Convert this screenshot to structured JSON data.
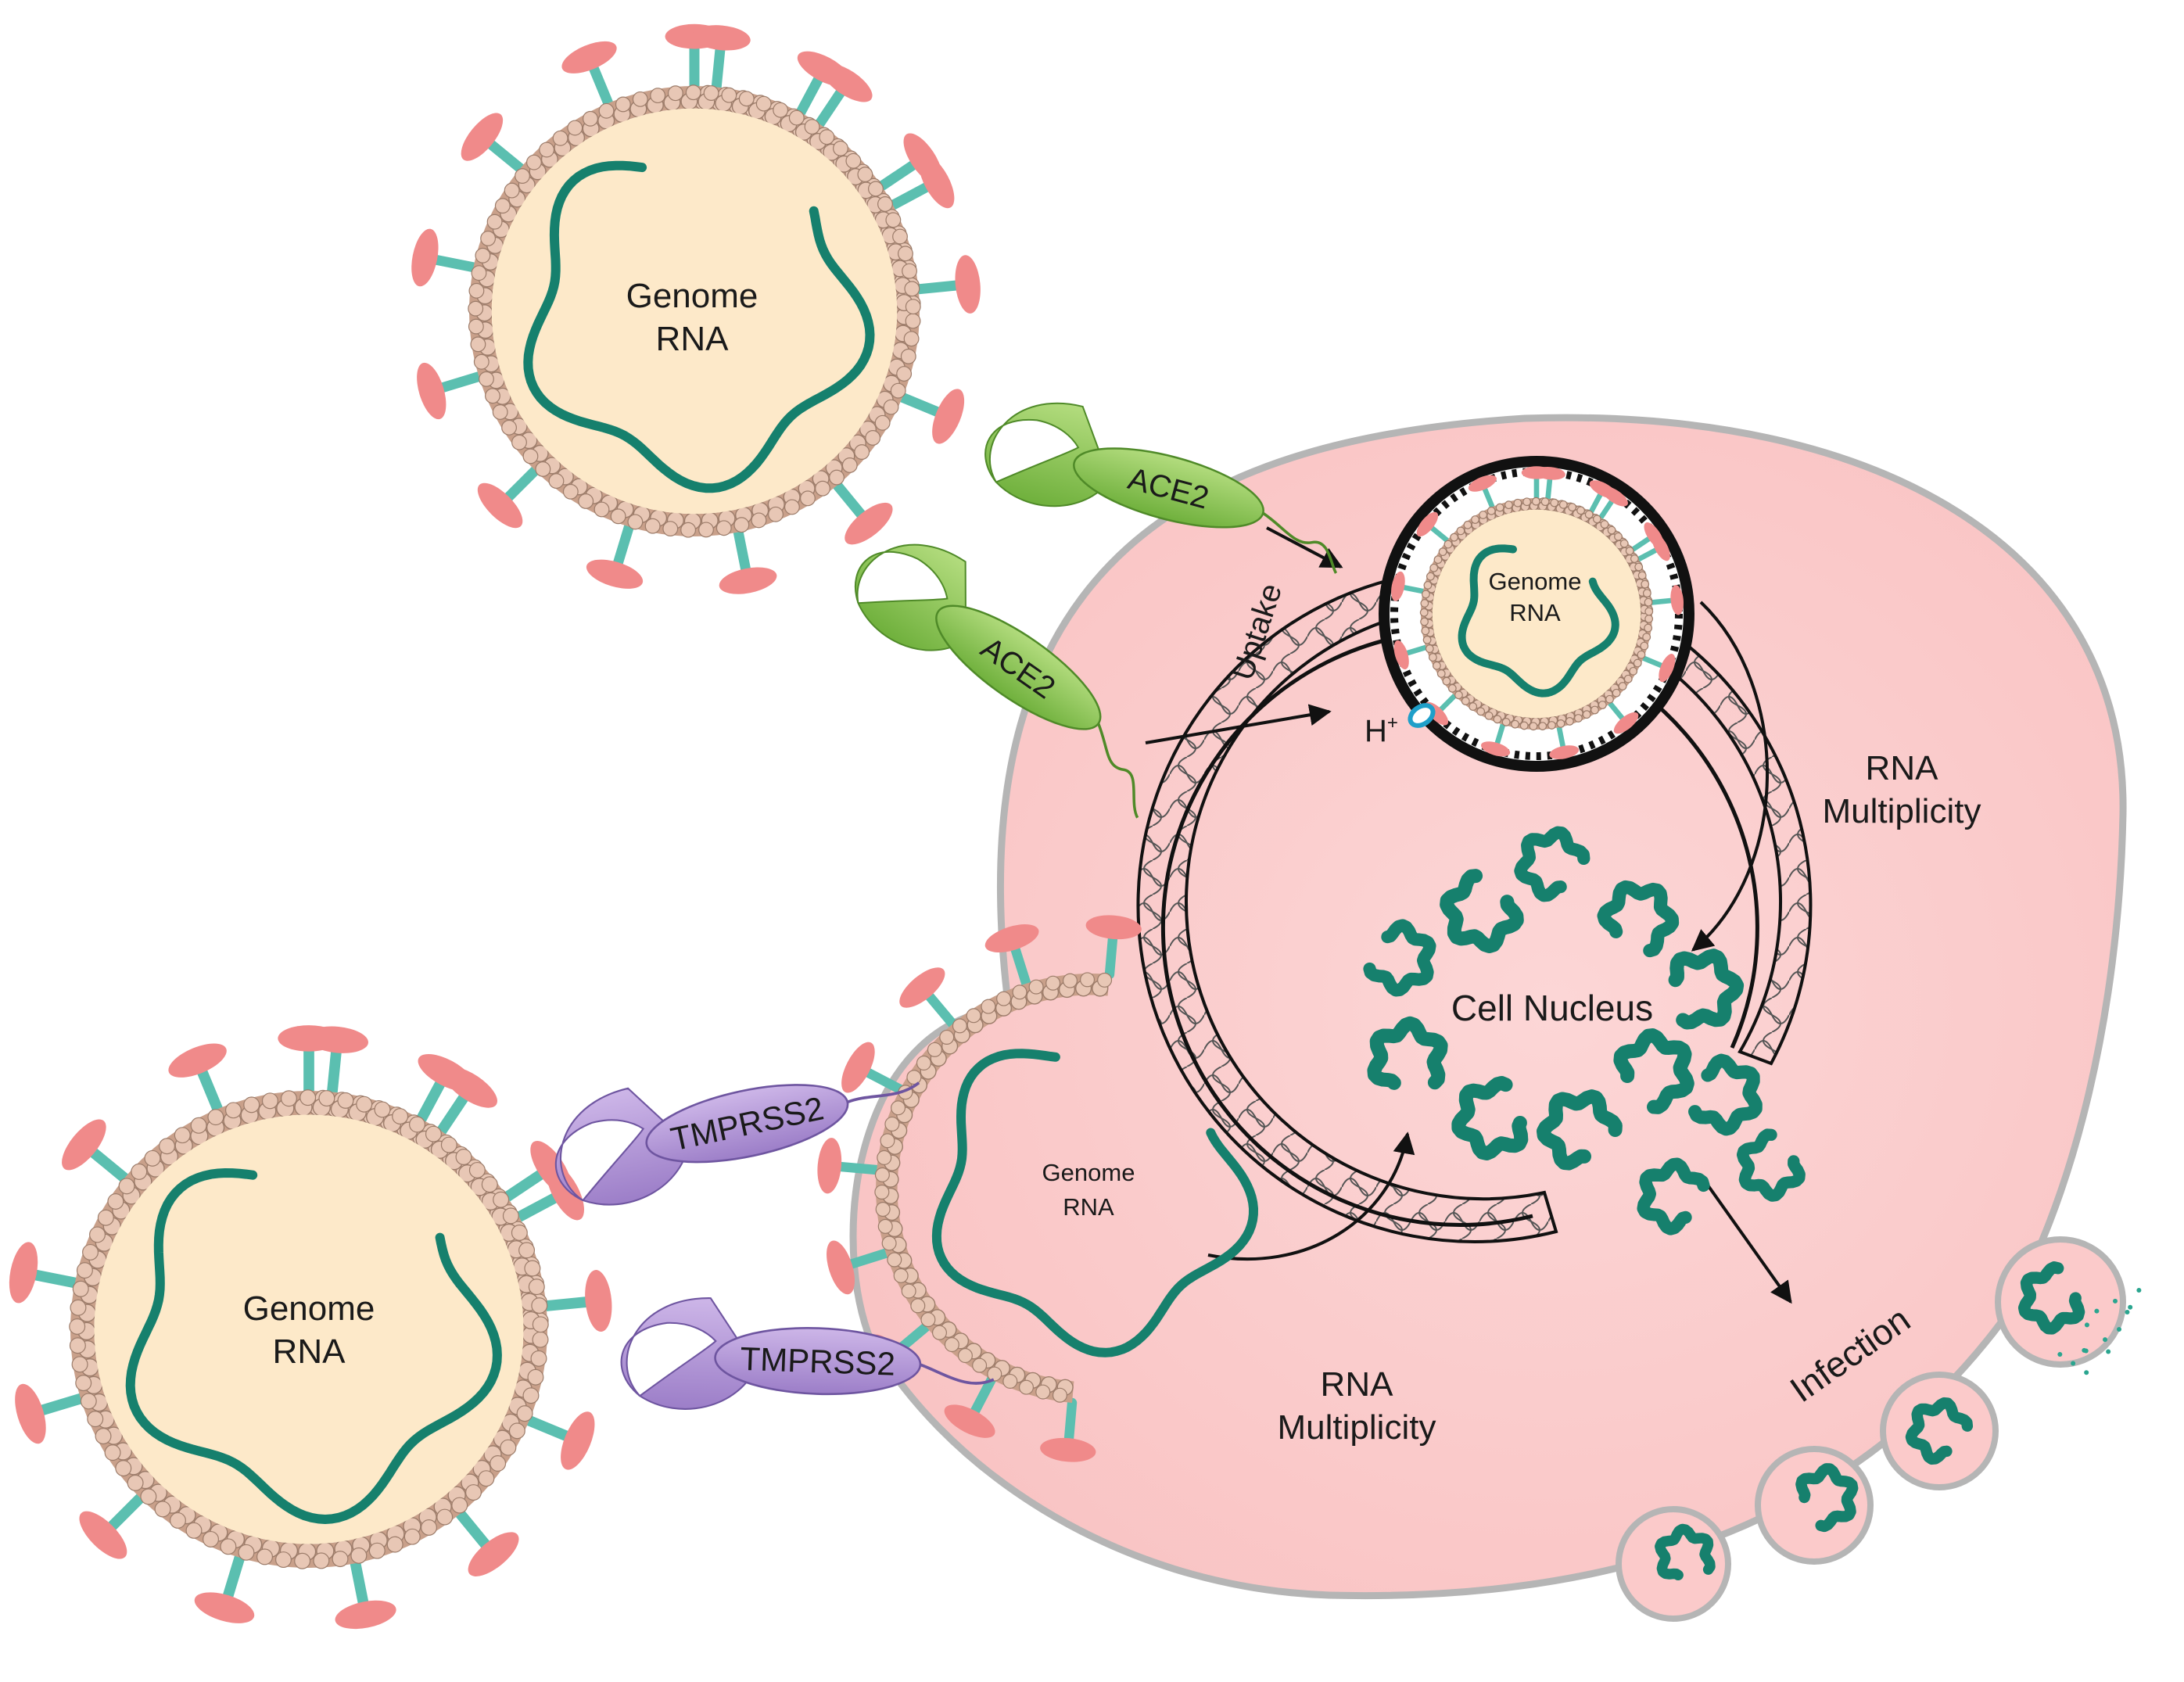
{
  "labels": {
    "genome": "Genome",
    "rna": "RNA",
    "ace2": "ACE2",
    "tmprss2": "TMPRSS2",
    "uptake": "Uptake",
    "h_plus_base": "H",
    "h_plus_sup": "+",
    "rna_multiplicity_line1": "RNA",
    "rna_multiplicity_line2": "Multiplicity",
    "cell_nucleus": "Cell Nucleus",
    "infection": "Infection"
  },
  "colors": {
    "rna": "#16806d",
    "virus_core": "#fde9c9",
    "capsid": "#c9a08a",
    "capsid_bead": "#e8c7b5",
    "spike_stem": "#5bbfb0",
    "spike_head": "#f08a8a",
    "cell": "#fbd0d0",
    "cell_border": "#b5b5b5",
    "ace2": "#8dc75a",
    "tmprss2": "#b69ad8"
  }
}
